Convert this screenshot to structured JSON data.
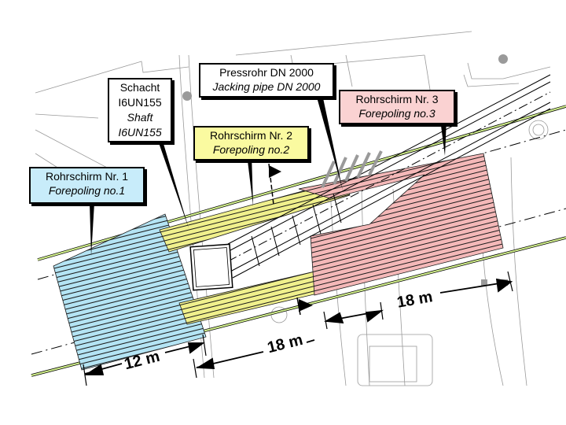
{
  "labels": {
    "forepoling1": {
      "de": "Rohrschirm Nr. 1",
      "en": "Forepoling no.1",
      "color": "#c8ecfa"
    },
    "shaft": {
      "de_line1": "Schacht",
      "de_line2": "I6UN155",
      "en_line1": "Shaft",
      "en_line2": "I6UN155",
      "color": "#ffffff"
    },
    "forepoling2": {
      "de": "Rohrschirm Nr. 2",
      "en": "Forepoling no.2",
      "color": "#fafaa0"
    },
    "jacking_pipe": {
      "de": "Pressrohr DN 2000",
      "en": "Jacking pipe DN 2000",
      "color": "#ffffff"
    },
    "forepoling3": {
      "de": "Rohrschirm Nr. 3",
      "en": "Forepoling no.3",
      "color": "#fad2d2"
    }
  },
  "dimensions": {
    "d1": "12 m",
    "d2": "18 m",
    "d3": "18 m"
  },
  "colors": {
    "blue_zone": "#b4e4f4",
    "yellow_zone": "#f0f08c",
    "red_zone": "#f4b4b4",
    "track_green": "#d2f08c",
    "lines": "#000000",
    "base_map": "#9a9a9a"
  }
}
